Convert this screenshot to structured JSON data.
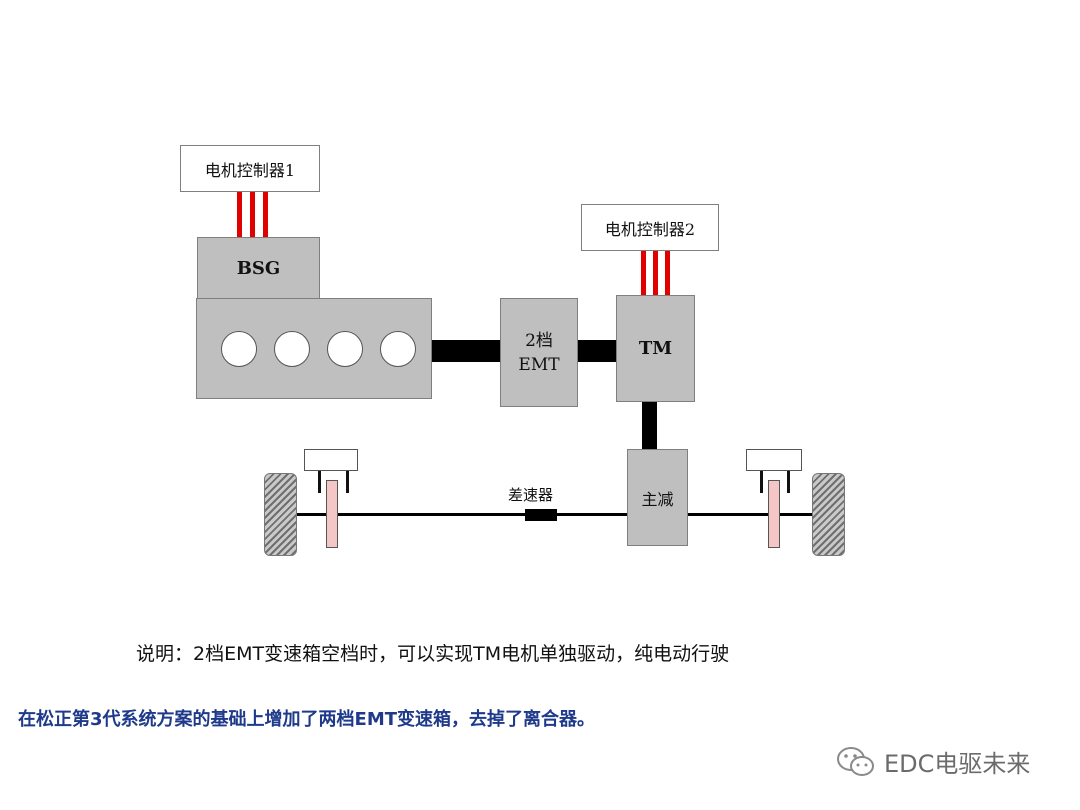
{
  "components": {
    "controller1": "电机控制器1",
    "controller2": "电机控制器2",
    "bsg": "BSG",
    "emt": "2档\nEMT",
    "tm": "TM",
    "final_drive": "主减",
    "differential": "差速器"
  },
  "note": "说明：2档EMT变速箱空档时，可以实现TM电机单独驱动，纯电动行驶",
  "summary": "在松正第3代系统方案的基础上增加了两档EMT变速箱，去掉了离合器。",
  "watermark": "EDC电驱未来",
  "colors": {
    "wire": "#e00000",
    "box_grey": "#bfbfbf",
    "summary_text": "#1f3a8a",
    "disc": "#f4c6c6"
  }
}
